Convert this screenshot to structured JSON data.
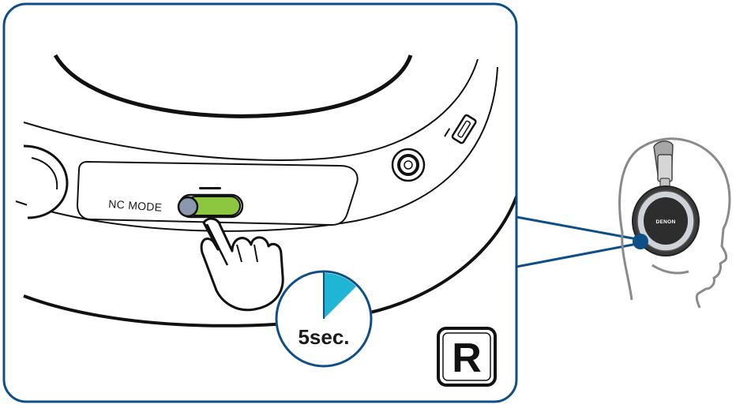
{
  "switch_label": "NC MODE",
  "timer_label": "5sec.",
  "timer_fraction": 0.125,
  "side_badge": "R",
  "brand": "DENON",
  "colors": {
    "frame": "#0d4f86",
    "switch_active": "#8dc63f",
    "knob": "#8a97ad",
    "timer_wedge": "#1fb5d5",
    "head_outline": "#8a8a8a",
    "ink": "#111111"
  }
}
